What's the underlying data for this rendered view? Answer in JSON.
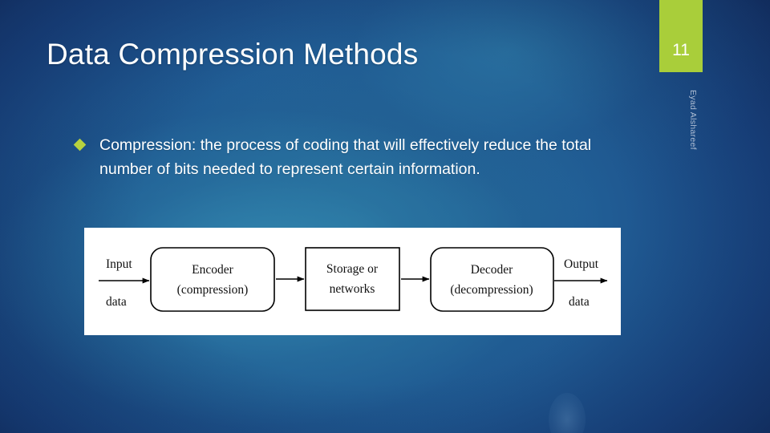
{
  "slide": {
    "title": "Data Compression Methods",
    "page_number": "11",
    "author": "Eyad Alshareef",
    "colors": {
      "accent_green": "#a9ce3a",
      "bullet_green": "#b7d23f",
      "background_navy": "#16306e",
      "background_teal": "#2c7ba5",
      "title_text": "#ffffff",
      "panel_background": "#ffffff",
      "diagram_stroke": "#000000"
    }
  },
  "body": {
    "bullets": [
      {
        "marker": "diamond-bullet",
        "text": "Compression: the process of coding that will effectively reduce the total number of bits needed to represent certain information."
      }
    ]
  },
  "diagram": {
    "caption": "data-compression-pipeline",
    "input_label_line1": "Input",
    "input_label_line2": "data",
    "output_label_line1": "Output",
    "output_label_line2": "data",
    "boxes": [
      {
        "id": "encoder",
        "line1": "Encoder",
        "line2": "(compression)",
        "shape": "rounded-rect"
      },
      {
        "id": "storage",
        "line1": "Storage or",
        "line2": "networks",
        "shape": "rect"
      },
      {
        "id": "decoder",
        "line1": "Decoder",
        "line2": "(decompression)",
        "shape": "rounded-rect"
      }
    ],
    "arrows": [
      {
        "id": "arrow-input-to-encoder"
      },
      {
        "id": "arrow-encoder-to-storage"
      },
      {
        "id": "arrow-storage-to-decoder"
      },
      {
        "id": "arrow-decoder-to-output"
      }
    ]
  }
}
